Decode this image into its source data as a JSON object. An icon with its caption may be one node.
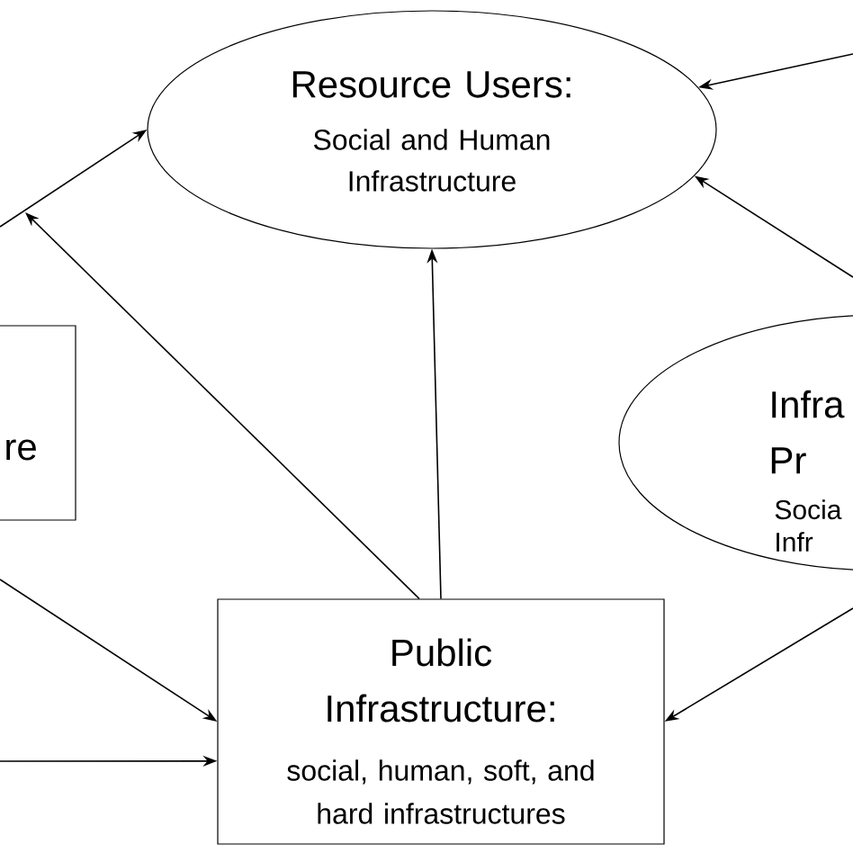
{
  "diagram": {
    "nodes": [
      {
        "text": [
          "Resource Users:",
          "Social and Human Infrastructure"
        ]
      },
      {
        "text": [
          "re"
        ]
      },
      {
        "text": [
          "Infra Pr",
          "Socia Infr"
        ]
      },
      {
        "text": [
          "Public Infrastructure:",
          "social, human, soft, and hard infrastructures"
        ]
      }
    ],
    "edges": [
      {
        "from": null,
        "to": 0,
        "arrow": "to"
      },
      {
        "from": 3,
        "to": null,
        "arrow": "to"
      },
      {
        "from": 3,
        "to": 0,
        "arrow": "to"
      },
      {
        "from": null,
        "to": 0,
        "arrow": "to"
      },
      {
        "from": null,
        "to": 0,
        "arrow": "to"
      },
      {
        "from": null,
        "to": 3,
        "arrow": "to"
      },
      {
        "from": null,
        "to": 3,
        "arrow": "to"
      },
      {
        "from": null,
        "to": 3,
        "arrow": "to"
      }
    ]
  }
}
